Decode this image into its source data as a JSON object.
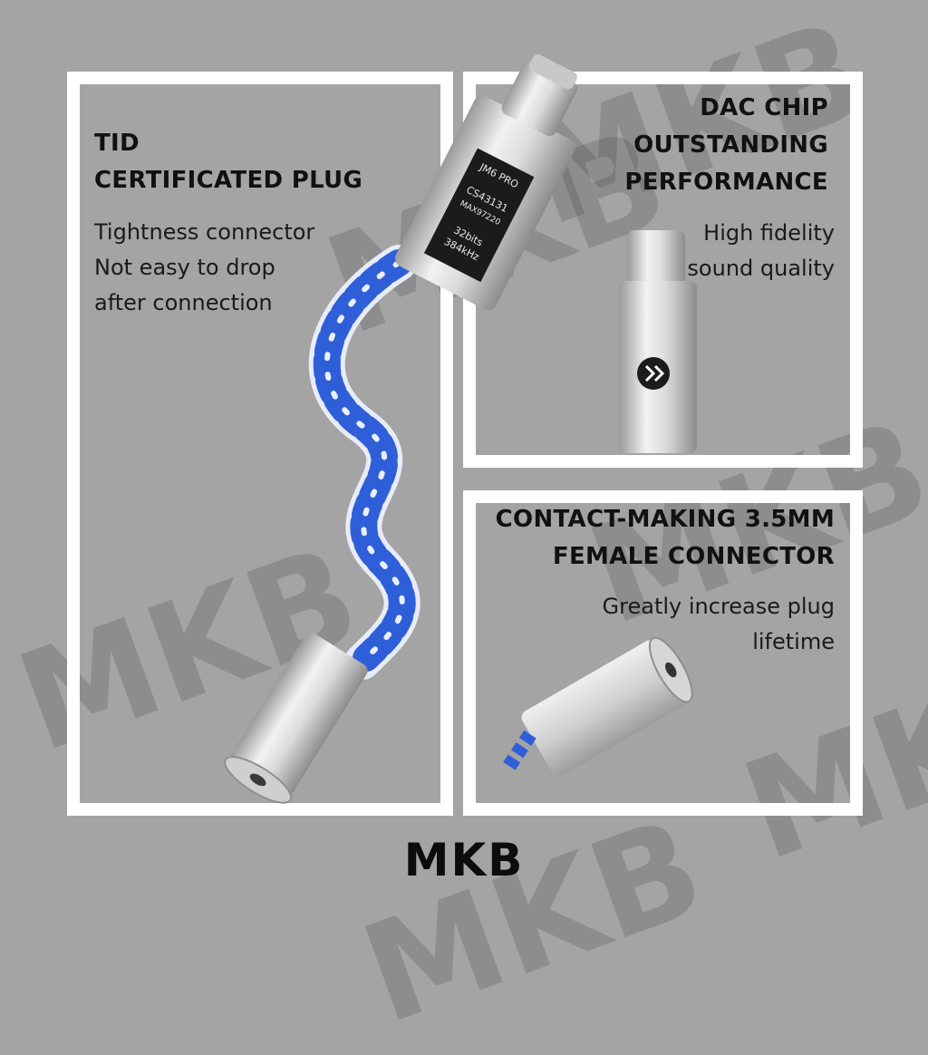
{
  "left_panel": {
    "heading_line1": "TID",
    "heading_line2": "CERTIFICATED PLUG",
    "body_line1": "Tightness connector",
    "body_line2": "Not easy to drop",
    "body_line3": "after connection"
  },
  "top_right_panel": {
    "heading_line1": "DAC CHIP",
    "heading_line2": "OUTSTANDING",
    "heading_line3": "PERFORMANCE",
    "body_line1": "High fidelity",
    "body_line2": "sound quality"
  },
  "bottom_right_panel": {
    "heading_line1": "CONTACT-MAKING 3.5MM",
    "heading_line2": "FEMALE CONNECTOR",
    "body_line1": "Greatly increase plug",
    "body_line2": "lifetime"
  },
  "product_label": {
    "line1": "JM6 PRO",
    "line2": "CS43131",
    "line3": "MAX97220",
    "line4": "32bits",
    "line5": "384kHz"
  },
  "brand": "MKB",
  "watermark_text": "MKB",
  "colors": {
    "background": "#a4a4a4",
    "frame": "#ffffff",
    "cable_blue": "#2f5fd8",
    "metal": "#d9d9d9"
  }
}
